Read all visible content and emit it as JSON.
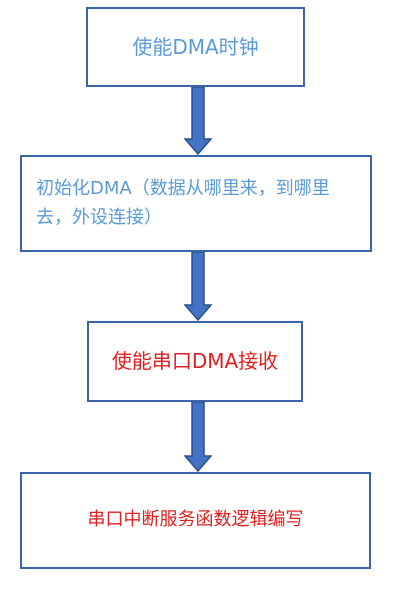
{
  "flowchart": {
    "steps": [
      {
        "text": "使能DMA时钟"
      },
      {
        "text": "初始化DMA（数据从哪里来，到哪里去，外设连接）"
      },
      {
        "text": "使能串口DMA接收"
      },
      {
        "text": "串口中断服务函数逻辑编写"
      }
    ],
    "colors": {
      "border": "#3c64a8",
      "arrow_fill": "#4472c4",
      "normal_text": "#5b9bd5",
      "highlight_text": "#e02020"
    }
  }
}
